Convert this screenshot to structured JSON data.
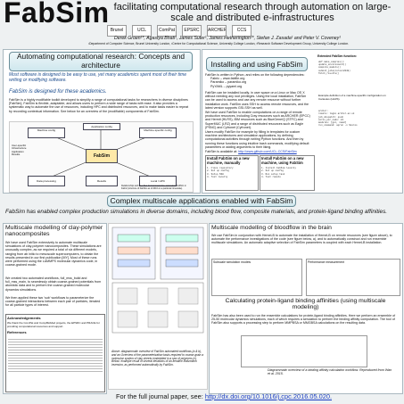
{
  "header": {
    "title": "FabSim",
    "subtitle": "facilitating computational research through automation on large-scale and distributed e-infrastructures",
    "authors": "Derek Groen¹*, Agastya Bhati¹, James Suter¹, James Hetherington²*, Stefan J. Zasada¹ and Peter V. Coveney¹",
    "affiliations": "¹Department of Computer Science, Brunel University London, ²Centre for Computational Science, University College London, ³Research Software Development Group, University College London."
  },
  "logos": [
    "Brunel",
    "UCL",
    "ComPat",
    "EPSRC",
    "ARCHER",
    "CCS"
  ],
  "automating": {
    "heading": "Automating computational research: Concepts and architecture",
    "intro": "Most software is designed to be easy to use, yet many academics spent most of their time writing or modifying software.",
    "tagline": "FabSim is designed for these academics.",
    "body": "FabSim is a highly modifiable toolkit developed to simplify a range of computational tasks for researchers in diverse disciplines [FabSim]. FabSim is flexible, adaptable, and allows users to perform a wide range of tasks with ease. It also provides a systematic way to automate the use of resources, including HPC and distributed resources, and to make tasks easier to repeat by recording contextual information. See below for an overview of the (modifiable) components of FabSim.",
    "diagram": {
      "center": "FabSim",
      "boxes": [
        "Machine config",
        "Machine-specific config",
        "Application config",
        "Data processing",
        "Local / HPC",
        "Results"
      ],
      "legend": [
        "User-specific",
        "Infrastructure",
        "Application",
        "Results"
      ],
      "caption": "Relationships and user files for Command-line automation FabSim in Fabric (structure of FabSim as of 2016 on a particular timescale)."
    }
  },
  "install": {
    "heading": "Installing and using FabSim",
    "lines": [
      "FabSim is written in Python, and relies on the following dependencies:",
      "Fabric – www.fabfile.org",
      "Paramiko – paramiko.org",
      "PyYAML – pyyaml.org"
    ],
    "body1": "FabSim can be installed locally, in user space on a Linux or Mac OS X without needing any root privileges. Using the local installation, FabSim can be used to access and use any remote resource without further installation work. FabSim uses SSH to access remote resources, and the latest version supports GSI-SSH as well.",
    "body2": "We have used FabSim to enable computations on a range of remote production resources, including Cray resources such as ARCHER (EPCC) and Hermit (HLRS), IBM resources such as BlueGene/Q (STFC) and SuperMUC (LRZ) and a range of distributed resources such as Eagle (PSNC) and Cyfronet (Cyfronet).",
    "body3": "Users modify FabSim for example by filling in templates for custom machine architectures and simulation applications, by defining computational activities through writing Python functions. And then by running these functions using intuitive bash commands, modifying default parameters or adding arguments to their liking.",
    "link_prefix": "FabSim is available at:",
    "link": "http://www.github.com/UCL-CCS/FabSim",
    "howto": [
      {
        "title": "Install FabSim on a new machine, manually",
        "steps": [
          "1. Clone repository",
          "2. Set up config",
          "3. Setup SSH",
          "4. Test locally"
        ]
      },
      {
        "title": "Install FabSim on a new machine, using FabSim",
        "steps": [
          "1. Install FabSim locally",
          "2. Set up config",
          "3. Run setup task",
          "4. Test remote"
        ]
      }
    ],
    "example_title": "Extended FabSim function:",
    "example_caption": "Example definition of a machine-specific configuration on Cartesius (HLRS).",
    "code1": [
      "def make_complex():",
      "  update_environment()",
      "  compile_models()",
      "  submit_jobs(cores=2048)",
      "  fetch_results()"
    ],
    "code2": [
      "archer:",
      "  remote: login.archer.ac.uk",
      "  job_dispatch: qsub",
      "  cores_per_node: 24",
      "  modules: [gcc, namd]",
      "  run_command: aprun -n $cores"
    ]
  },
  "banner": {
    "heading": "Complex multiscale applications enabled with FabSim",
    "text": "FabSim has enabled complex production simulations in diverse domains, including blood flow, composite materials, and protein-ligand binding affinities."
  },
  "clay": {
    "title": "Multiscale modelling of clay-polymer nanocomposites",
    "body": "We have used FabSim extensively to automate multiscale simulations of clay-polymer nanocomposites. These simulations are unusually complex, as we required a total of six different models, ranging from ab initio to mesoscale supercomputers, to obtain the results presented in our first publication [MY]. Most of these runs were performed using the LAMMPS molecular dynamics code, in coarse-grained mode.",
    "body2": "We created two automated workflows, full_mss_build and full_mss_main, to seamlessly obtain coarse-grained potentials from atomistic data and to perform the coarse-grained molecular dynamics simulations.",
    "body3": "We then applied these two 'sub' workflows to parameterize the coarse-grained interactions between each pair of particles, iterated for all particle types of interest.",
    "figure_caption": "Above: diagrammatic overview of FabSim automated workflows (a & b), and an Overview of the parameterization tasks required to coarse-grain a molecular system of clay sheets embedded in a sea of polymers (c). Below: example result of several iterations of an iterative Boltzmann inversion, as performed automatically by FabSim.",
    "ack_title": "Acknowledgements",
    "ack": "We thank the ComPat and CompBioMed projects, the EPSRC and PRACE for providing computational resources and support.",
    "ref_title": "References"
  },
  "bloodflow": {
    "title": "Multiscale modelling of bloodflow in the brain",
    "body": "We use FabSim in conjunction with HemeLB to automate the installation of HemeLB on remote resources (see figure above), to automate the performance investigations of the code (see figure below, a), and to automatically construct and run ensemble multiscale simulations. An automatic adaptive selection of FabSim parameters is coupled with each HemeLB installation.",
    "fig_labels": [
      "Subscale simulation models",
      "Performance measurement"
    ],
    "binding_title": "Calculating protein-ligand binding affinities (using multiscale modeling)",
    "binding_body": "FabSim has also been used to run the ensemble calculations for protein-ligand binding affinities. Here we perform an ensemble of 25-50 molecular dynamics simulations, each of which requires a simulation to perform the binding affinity computation. The tool of FabSim also supports a processing step to perform MMPBSA or MMGBSA calculations on the resulting data.",
    "binding_caption": "Diagrammatic overview of a binding affinity calculation workflow. Reproduced from Wan et al. 2015."
  },
  "footer": {
    "prefix": "For the full journal paper, see:",
    "link": "http://dx.doi.org/10.1016/j.cpc.2016.05.020."
  }
}
